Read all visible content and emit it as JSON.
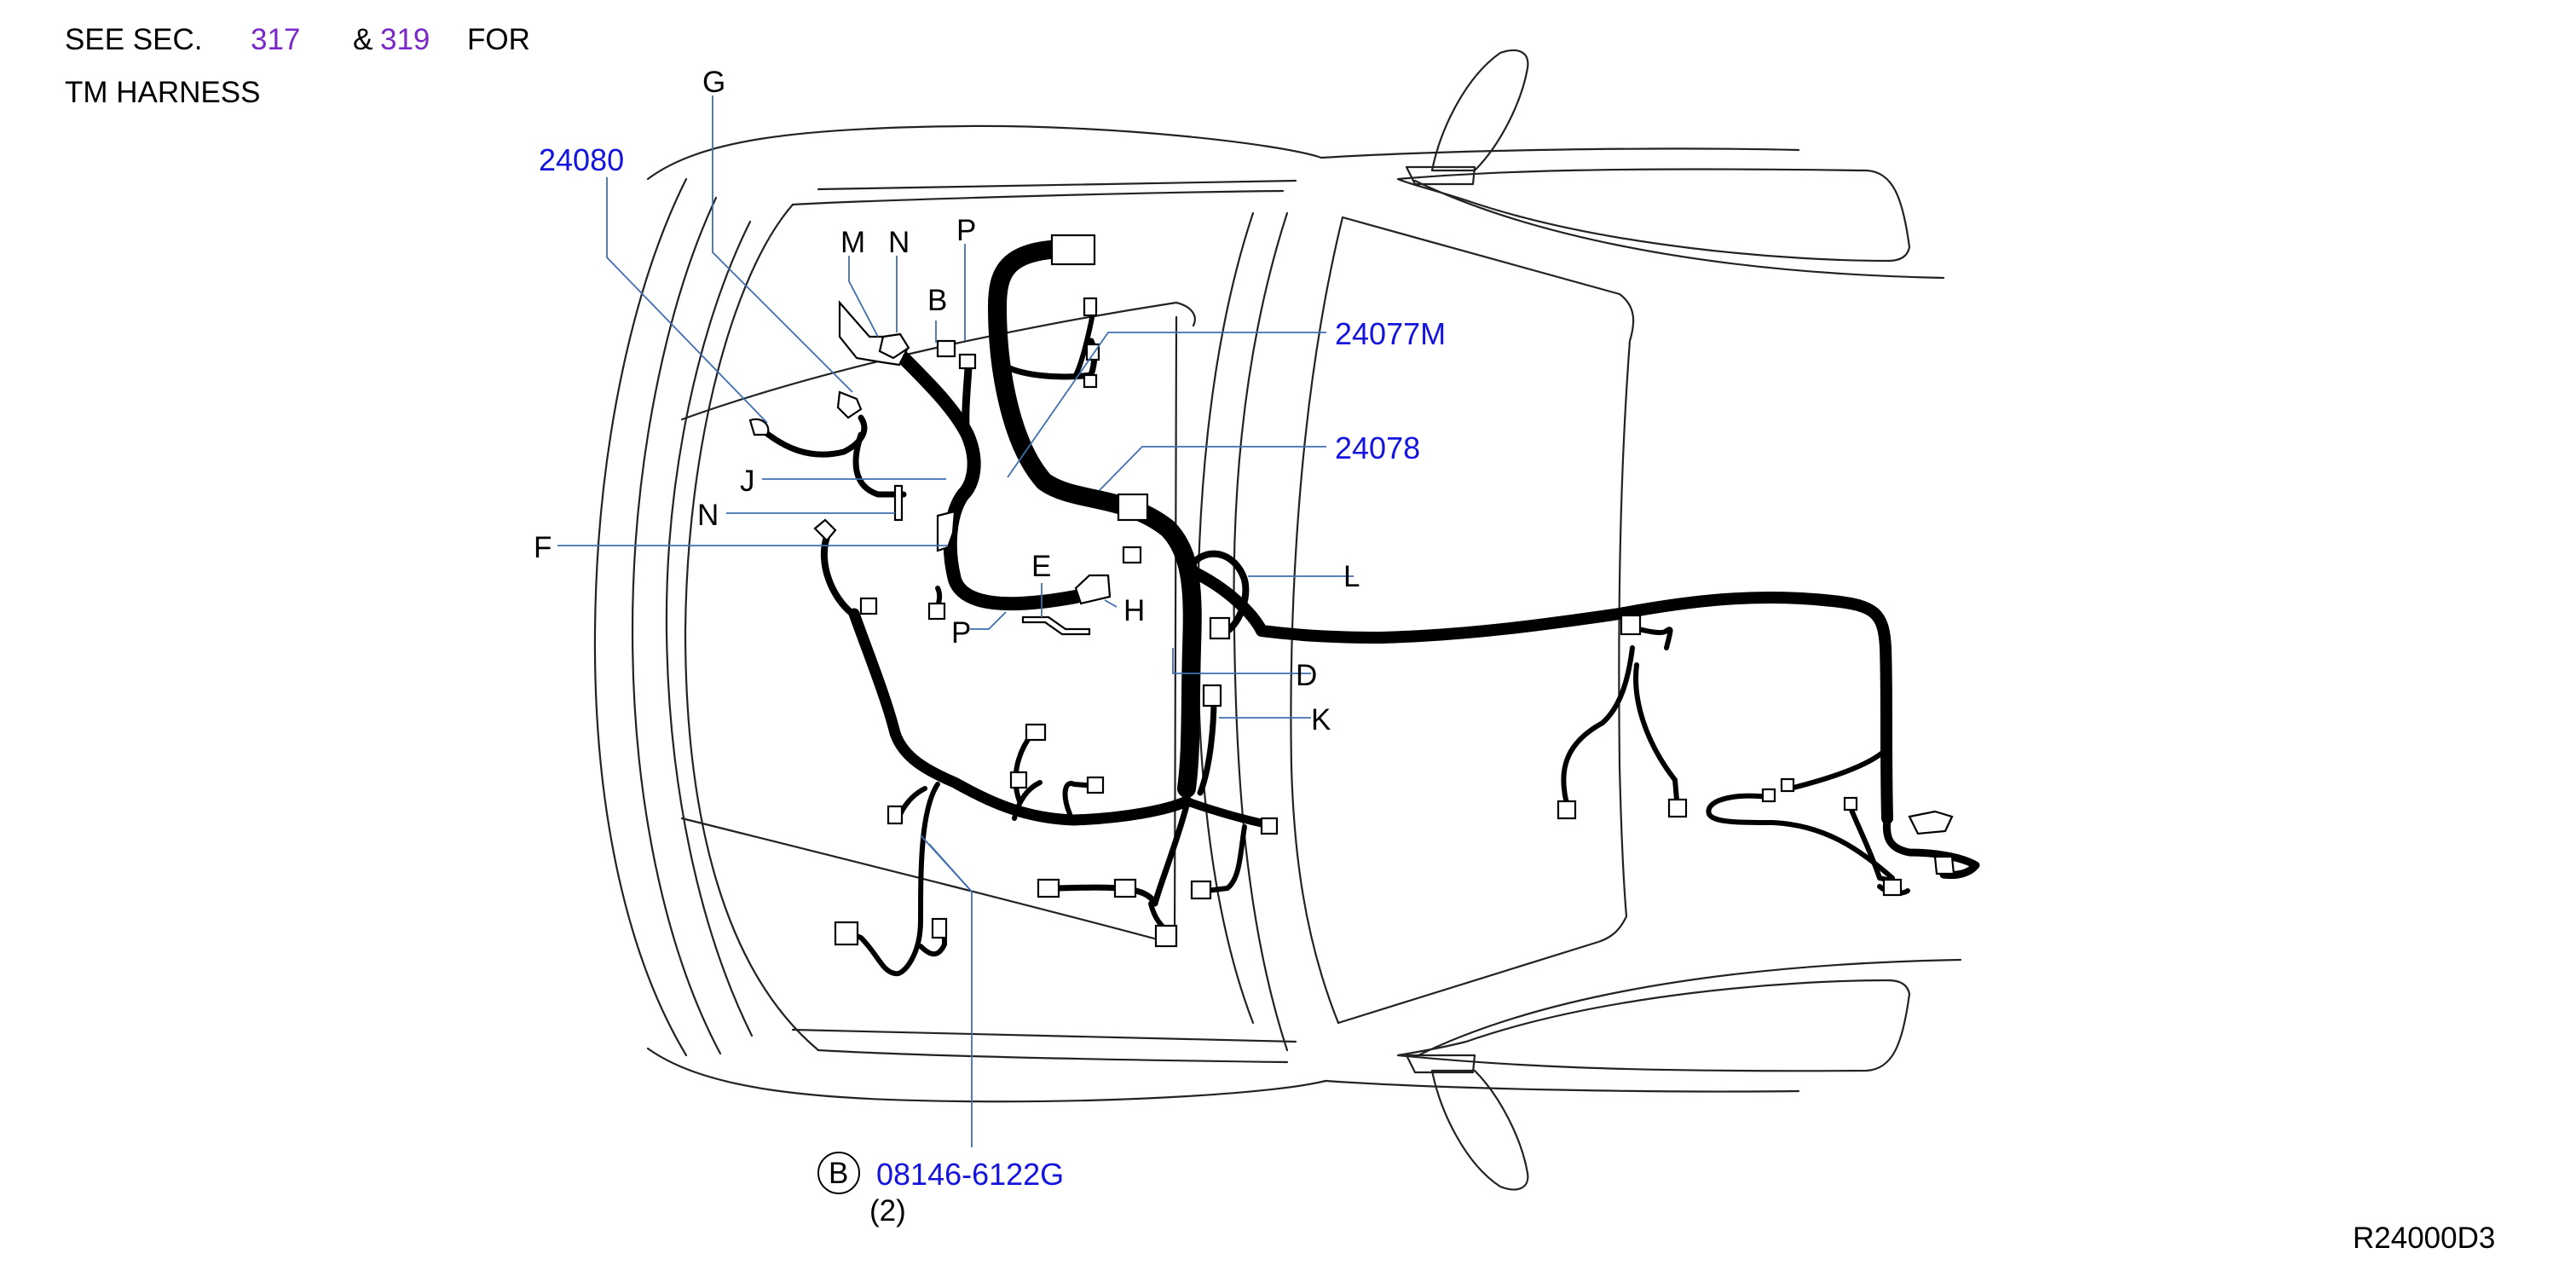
{
  "header": {
    "line1_prefix": "SEE   SEC.",
    "sec_a": "317",
    "ampersand": "&",
    "sec_b": "319",
    "line1_suffix": "FOR",
    "line2": "TM   HARNESS"
  },
  "part_numbers": {
    "p24080": "24080",
    "p24077M": "24077M",
    "p24078": "24078",
    "bolt": "08146-6122G",
    "bolt_qty": "(2)",
    "bolt_circle": "B"
  },
  "callouts": {
    "G": "G",
    "M": "M",
    "N_top": "N",
    "P_top": "P",
    "B": "B",
    "J": "J",
    "N_left": "N",
    "F": "F",
    "E": "E",
    "H": "H",
    "P_low": "P",
    "L": "L",
    "D": "D",
    "K": "K"
  },
  "diagram_code": "R24000D3",
  "colors": {
    "link_blue": "#1414dc",
    "link_purple": "#7a28c8",
    "leader_blue": "#3f6fb0",
    "wire": "#000000"
  }
}
